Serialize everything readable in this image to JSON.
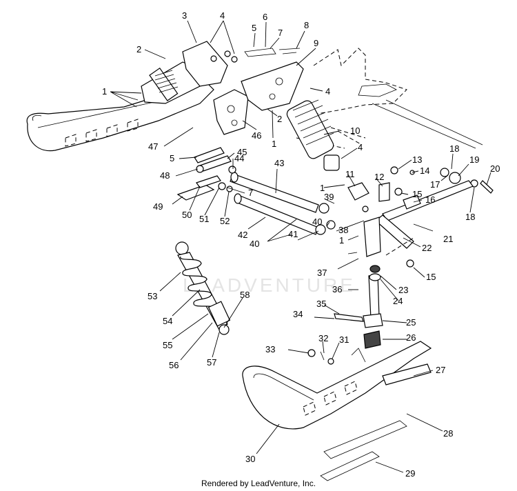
{
  "watermark": "LEADVENTURE",
  "footer": "Rendered by LeadVenture, Inc.",
  "callouts": [
    {
      "id": "c1a",
      "text": "1"
    },
    {
      "id": "c2a",
      "text": "2"
    },
    {
      "id": "c3",
      "text": "3"
    },
    {
      "id": "c4a",
      "text": "4"
    },
    {
      "id": "c5a",
      "text": "5"
    },
    {
      "id": "c6",
      "text": "6"
    },
    {
      "id": "c7a",
      "text": "7"
    },
    {
      "id": "c8",
      "text": "8"
    },
    {
      "id": "c9",
      "text": "9"
    },
    {
      "id": "c4b",
      "text": "4"
    },
    {
      "id": "c2b",
      "text": "2"
    },
    {
      "id": "c46",
      "text": "46"
    },
    {
      "id": "c1b",
      "text": "1"
    },
    {
      "id": "c47",
      "text": "47"
    },
    {
      "id": "c10",
      "text": "10"
    },
    {
      "id": "c4c",
      "text": "4"
    },
    {
      "id": "c5b",
      "text": "5"
    },
    {
      "id": "c45",
      "text": "45"
    },
    {
      "id": "c44",
      "text": "44"
    },
    {
      "id": "c48",
      "text": "48"
    },
    {
      "id": "c43",
      "text": "43"
    },
    {
      "id": "c11",
      "text": "11"
    },
    {
      "id": "c12",
      "text": "12"
    },
    {
      "id": "c13",
      "text": "13"
    },
    {
      "id": "c14",
      "text": "14"
    },
    {
      "id": "c18a",
      "text": "18"
    },
    {
      "id": "c19",
      "text": "19"
    },
    {
      "id": "c20",
      "text": "20"
    },
    {
      "id": "c17",
      "text": "17"
    },
    {
      "id": "c1c",
      "text": "1"
    },
    {
      "id": "c7b",
      "text": "7"
    },
    {
      "id": "c49",
      "text": "49"
    },
    {
      "id": "c50",
      "text": "50"
    },
    {
      "id": "c51",
      "text": "51"
    },
    {
      "id": "c52",
      "text": "52"
    },
    {
      "id": "c39",
      "text": "39"
    },
    {
      "id": "c15a",
      "text": "15"
    },
    {
      "id": "c16",
      "text": "16"
    },
    {
      "id": "c18b",
      "text": "18"
    },
    {
      "id": "c42",
      "text": "42"
    },
    {
      "id": "c40a",
      "text": "40"
    },
    {
      "id": "c38",
      "text": "38"
    },
    {
      "id": "c41",
      "text": "41"
    },
    {
      "id": "c40b",
      "text": "40"
    },
    {
      "id": "c21",
      "text": "21"
    },
    {
      "id": "c1d",
      "text": "1"
    },
    {
      "id": "c22",
      "text": "22"
    },
    {
      "id": "c37",
      "text": "37"
    },
    {
      "id": "c15b",
      "text": "15"
    },
    {
      "id": "c53",
      "text": "53"
    },
    {
      "id": "c36",
      "text": "36"
    },
    {
      "id": "c23",
      "text": "23"
    },
    {
      "id": "c24",
      "text": "24"
    },
    {
      "id": "c58",
      "text": "58"
    },
    {
      "id": "c35",
      "text": "35"
    },
    {
      "id": "c54",
      "text": "54"
    },
    {
      "id": "c25",
      "text": "25"
    },
    {
      "id": "c34",
      "text": "34"
    },
    {
      "id": "c55",
      "text": "55"
    },
    {
      "id": "c26",
      "text": "26"
    },
    {
      "id": "c32",
      "text": "32"
    },
    {
      "id": "c31",
      "text": "31"
    },
    {
      "id": "c33",
      "text": "33"
    },
    {
      "id": "c56",
      "text": "56"
    },
    {
      "id": "c57",
      "text": "57"
    },
    {
      "id": "c27",
      "text": "27"
    },
    {
      "id": "c28",
      "text": "28"
    },
    {
      "id": "c30",
      "text": "30"
    },
    {
      "id": "c29",
      "text": "29"
    }
  ]
}
